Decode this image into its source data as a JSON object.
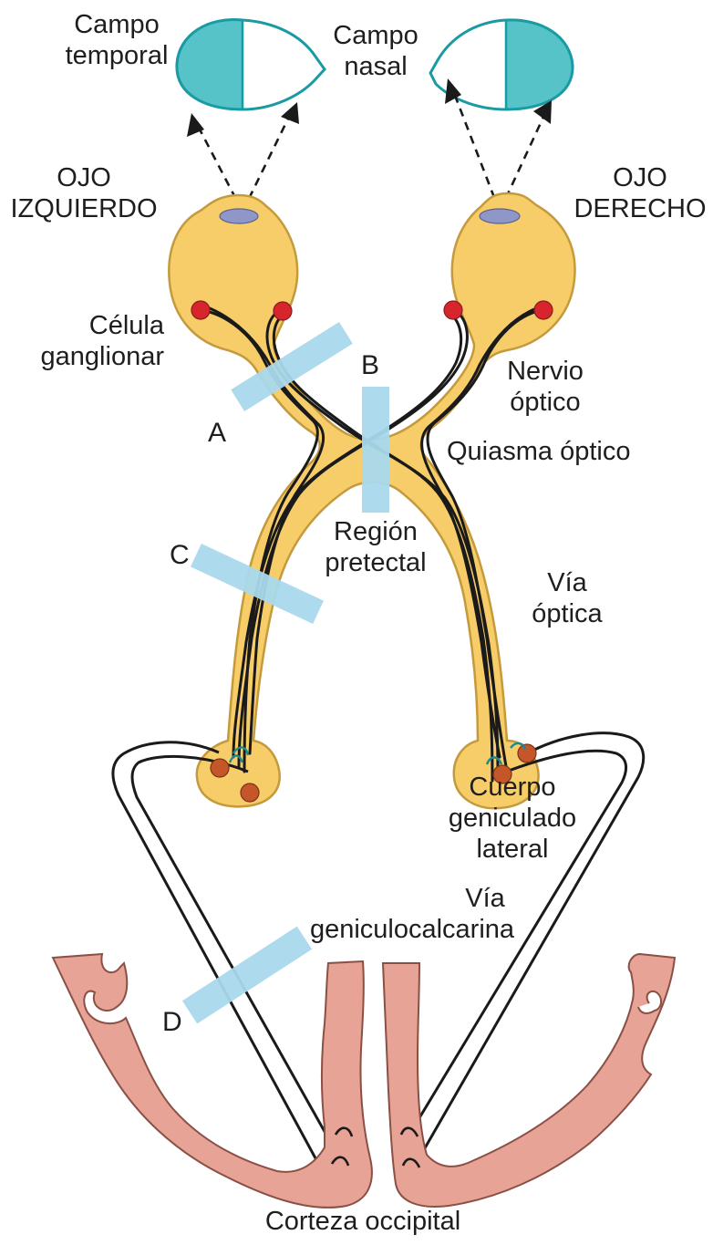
{
  "labels": {
    "campo_temporal": [
      "Campo",
      "temporal"
    ],
    "campo_nasal": [
      "Campo",
      "nasal"
    ],
    "ojo_izquierdo": [
      "OJO",
      "IZQUIERDO"
    ],
    "ojo_derecho": [
      "OJO",
      "DERECHO"
    ],
    "celula_ganglionar": [
      "Célula",
      "ganglionar"
    ],
    "nervio_optico": [
      "Nervio",
      "óptico"
    ],
    "quiasma_optico": "Quiasma óptico",
    "region_pretectal": [
      "Región",
      "pretectal"
    ],
    "via_optica": [
      "Vía",
      "óptica"
    ],
    "cuerpo_geniculado": [
      "Cuerpo",
      "geniculado",
      "lateral"
    ],
    "via_geniculocalcarina": [
      "Vía",
      "geniculocalcarina"
    ],
    "corteza_occipital": "Corteza occipital",
    "lesion_a": "A",
    "lesion_b": "B",
    "lesion_c": "C",
    "lesion_d": "D"
  },
  "colors": {
    "visual_field_fill": "#55c3c7",
    "visual_field_outline": "#1a9aa3",
    "pathway_fill": "#f7cd6a",
    "pathway_outline": "#c49a3c",
    "lens": "#8f97c8",
    "ganglion_cell": "#d6252c",
    "geniculate_cell": "#c4562a",
    "lesion_bar": "#a9d9ec",
    "cortex_fill": "#e7a395",
    "cortex_outline": "#8a5046",
    "fiber": "#1a1a1a"
  }
}
